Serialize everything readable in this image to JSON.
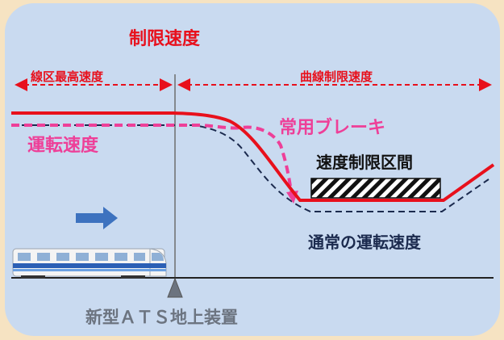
{
  "title": "制限速度",
  "zones": {
    "left": "線区最高速度",
    "right": "曲線制限速度"
  },
  "labels": {
    "service_brake": "常用ブレーキ",
    "driving_speed": "運転速度",
    "speed_limit_section": "速度制限区間",
    "normal_driving_speed": "通常の運転速度",
    "ground_device": "新型ＡＴＳ地上装置"
  },
  "colors": {
    "background_outer": "#f6e3c2",
    "panel": "#c9daf0",
    "limit_line": "#e8101c",
    "brake_curve": "#ee3f98",
    "normal_speed_line": "#1b2a4e",
    "direction_arrow": "#3d72bf"
  },
  "icons": {
    "direction": "right-arrow-icon",
    "train": "train-icon",
    "ground_device": "triangle-marker-icon"
  }
}
